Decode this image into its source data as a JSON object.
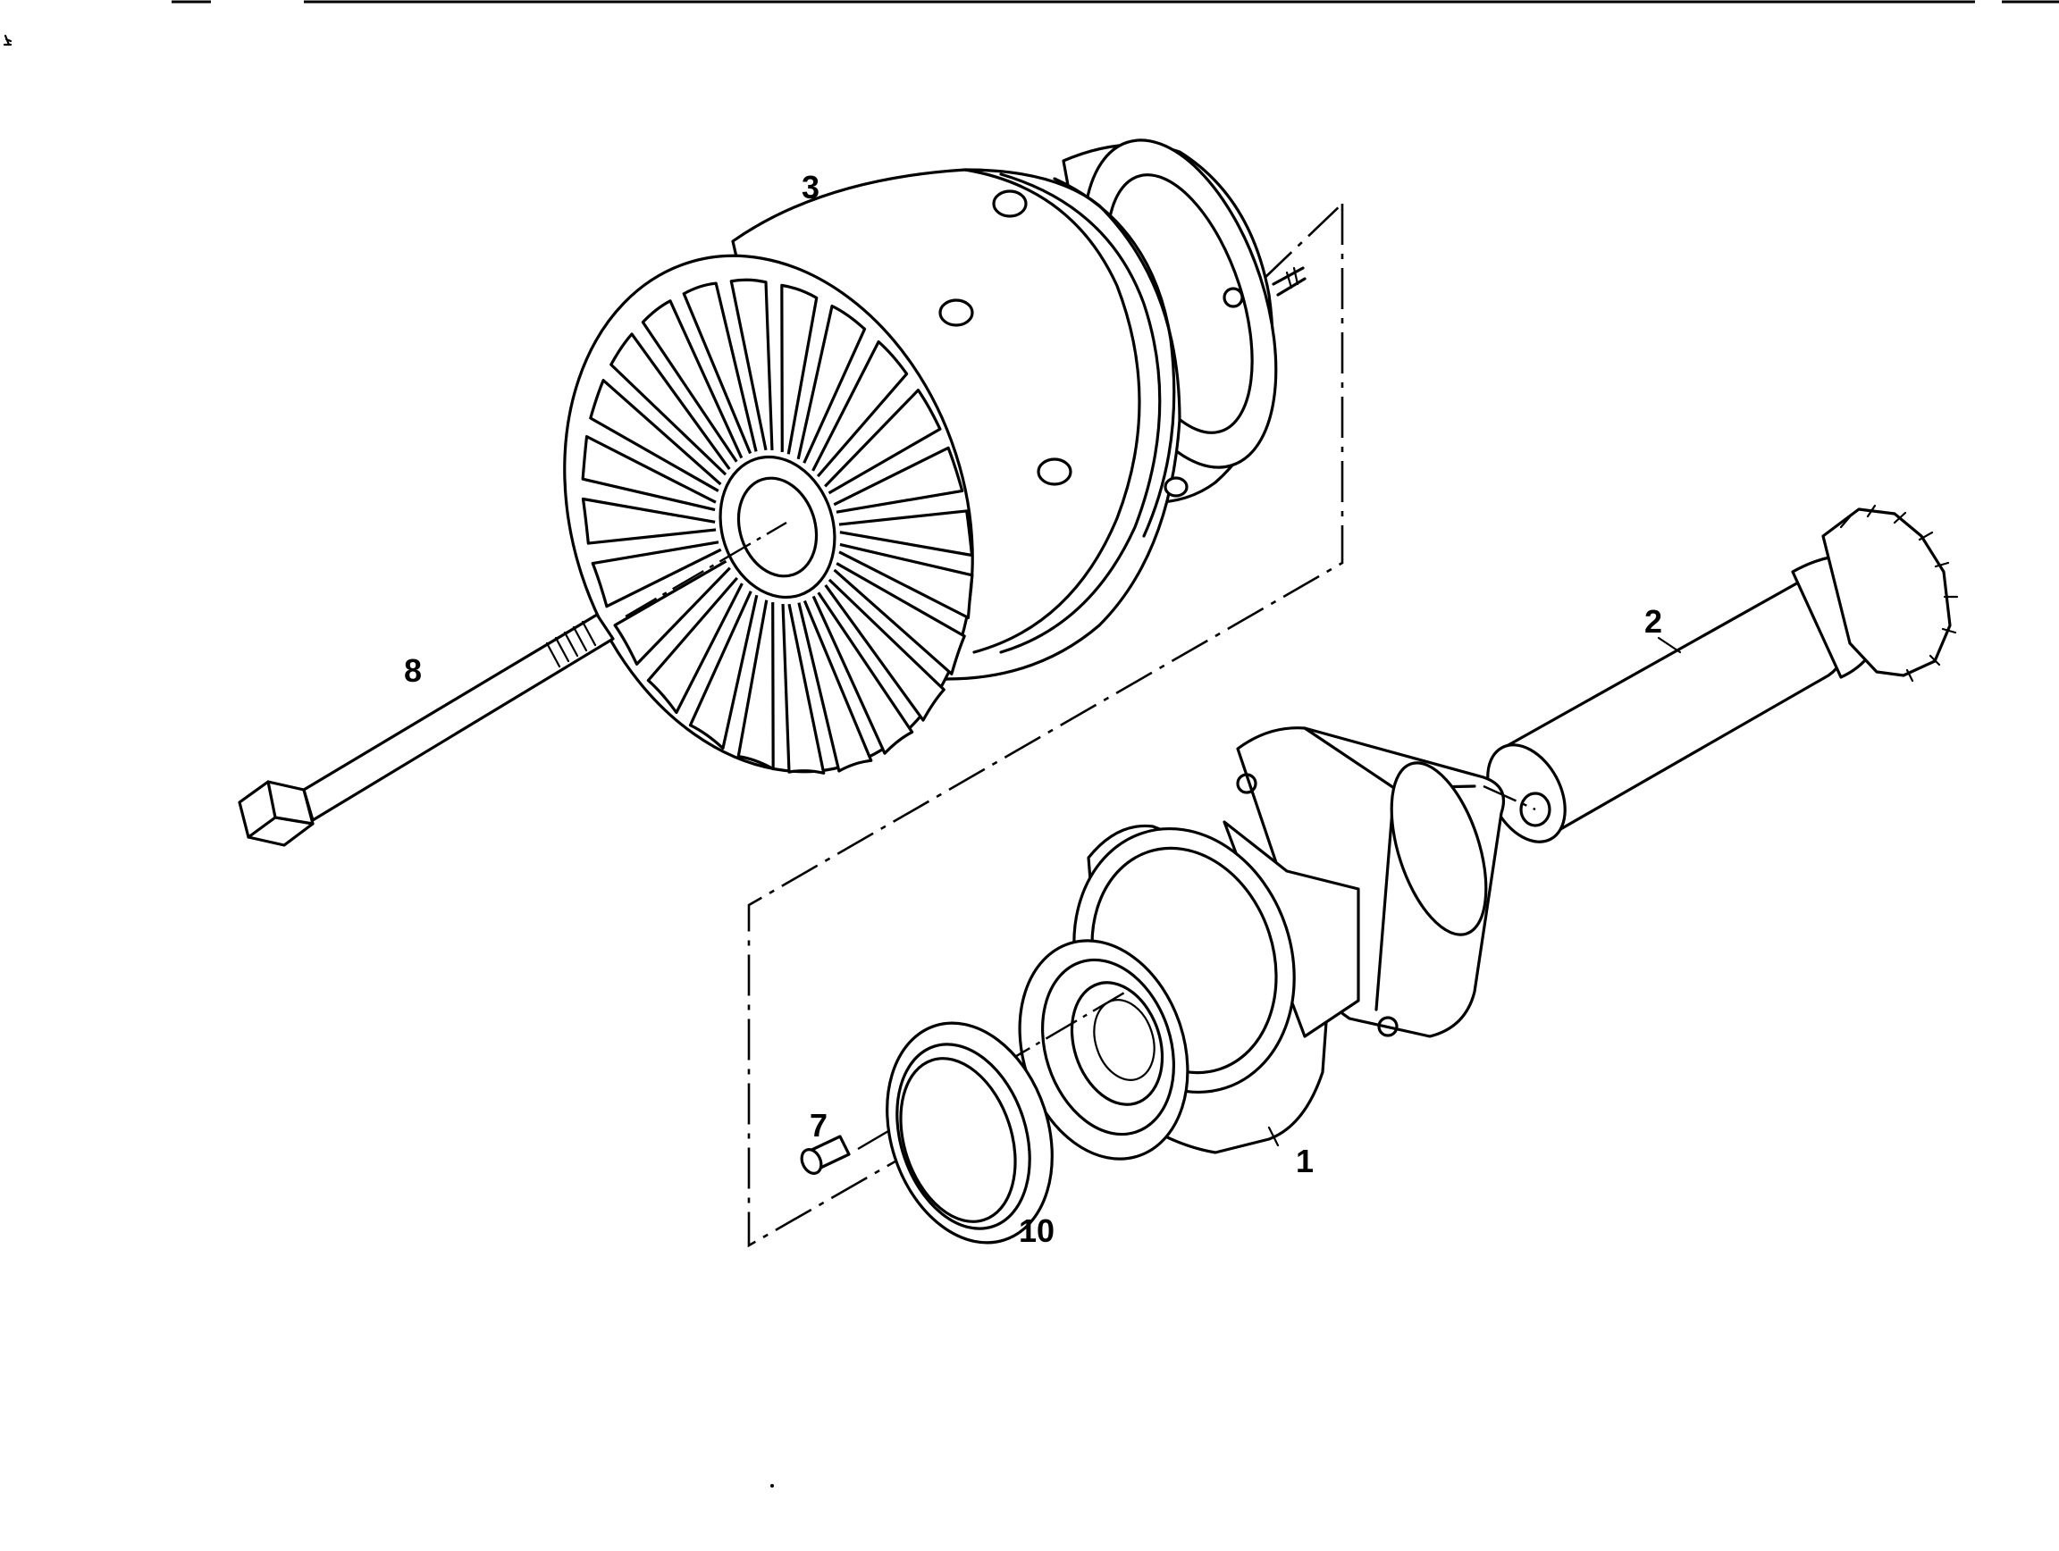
{
  "callouts": {
    "part_1": "1",
    "part_2": "2",
    "part_3": "3",
    "part_7": "7",
    "part_8": "8",
    "part_10": "10"
  },
  "colors": {
    "line": "#000000",
    "background": "#ffffff"
  }
}
